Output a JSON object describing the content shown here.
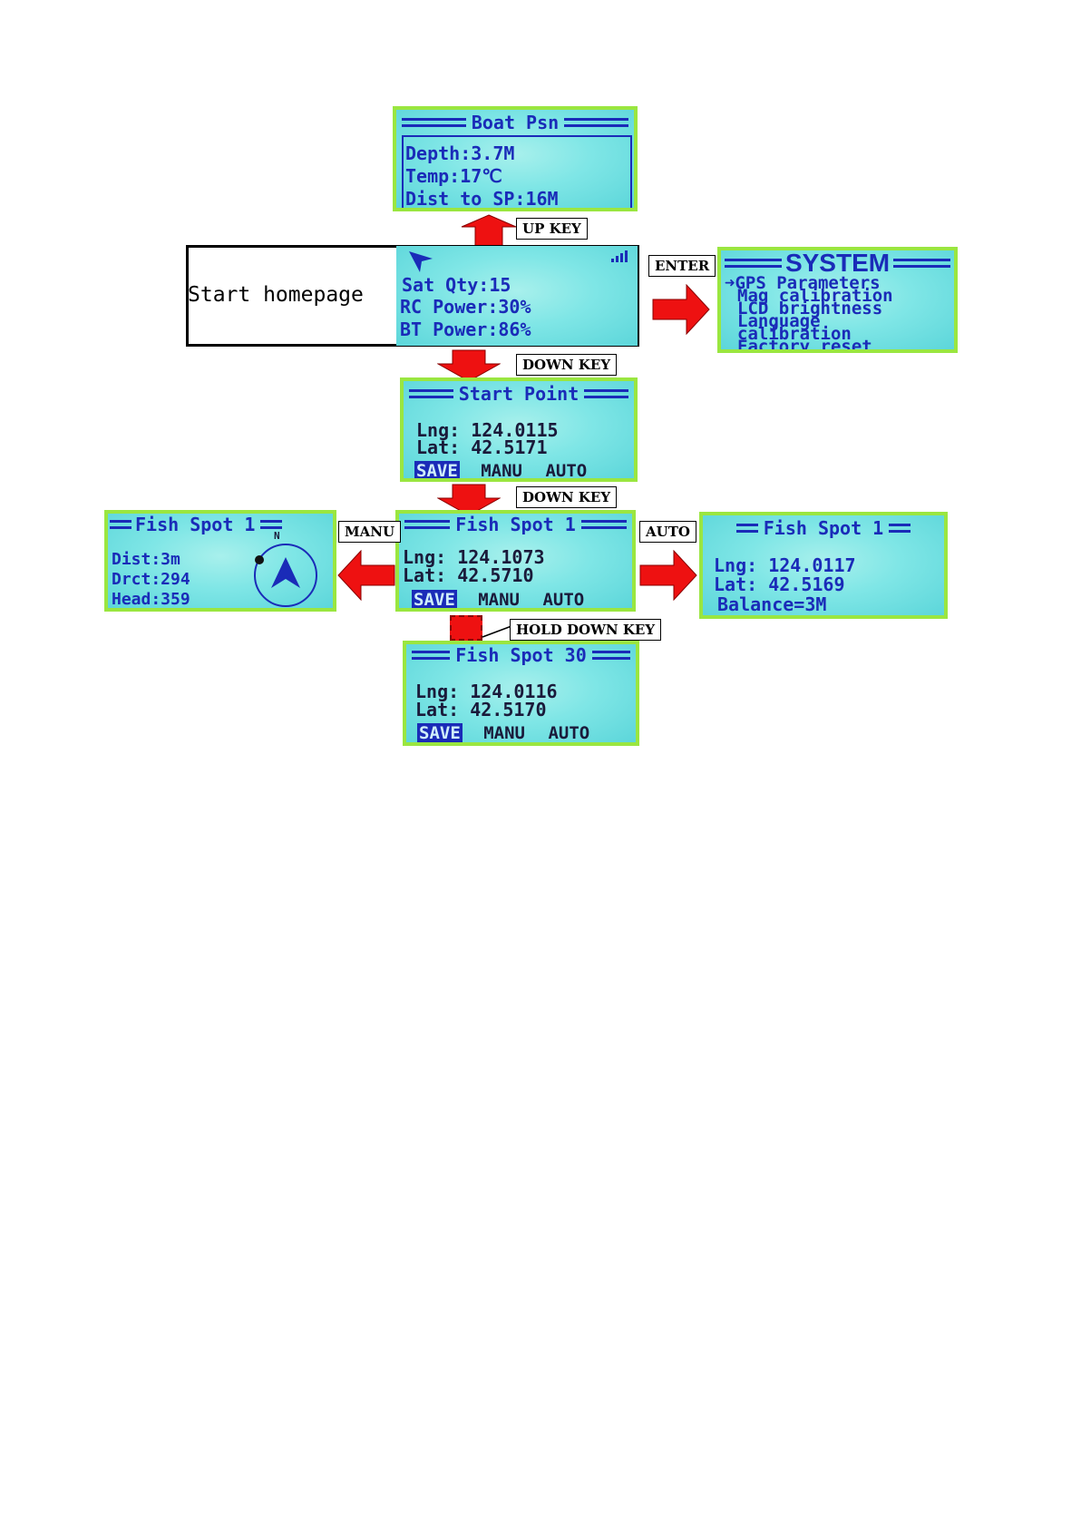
{
  "boat_psn": {
    "title": "Boat Psn",
    "depth": "Depth:3.7M",
    "temp": "Temp:17℃",
    "dist": "Dist to SP:16M"
  },
  "keys": {
    "up": "UP KEY",
    "enter": "ENTER",
    "down1": "DOWN KEY",
    "down2": "DOWN KEY",
    "manu": "MANU",
    "auto": "AUTO",
    "hold_down": "HOLD DOWN KEY"
  },
  "home": {
    "label": "Start homepage",
    "sat": "Sat Qty:15",
    "rc": "RC Power:30%",
    "bt": "BT Power:86%"
  },
  "system": {
    "title": "SYSTEM",
    "items": [
      "GPS Parameters",
      "Mag calibration",
      "LCD brightness",
      "Language",
      "calibration",
      "Factory reset"
    ]
  },
  "start_point": {
    "title": "Start Point",
    "lng": "Lng: 124.0115",
    "lat": "Lat: 42.5171",
    "save": "SAVE",
    "manu": "MANU",
    "auto": "AUTO"
  },
  "fish_spot_1": {
    "title": "Fish Spot 1",
    "lng": "Lng: 124.1073",
    "lat": "Lat: 42.5710",
    "save": "SAVE",
    "manu": "MANU",
    "auto": "AUTO"
  },
  "fish_spot_manu": {
    "title": "Fish Spot 1",
    "compass_n": "N",
    "dist": "Dist:3m",
    "drct": "Drct:294",
    "head": "Head:359"
  },
  "fish_spot_auto": {
    "title": "Fish Spot 1",
    "lng": "Lng: 124.0117",
    "lat": "Lat: 42.5169",
    "balance": "Balance=3M"
  },
  "fish_spot_30": {
    "title": "Fish Spot 30",
    "lng": "Lng: 124.0116",
    "lat": "Lat: 42.5170",
    "save": "SAVE",
    "manu": "MANU",
    "auto": "AUTO"
  },
  "colors": {
    "lcd_text": "#1a2bb8",
    "lcd_bg": "#7fe6e6",
    "lcd_border": "#9ae640",
    "arrow": "#ee1111"
  }
}
